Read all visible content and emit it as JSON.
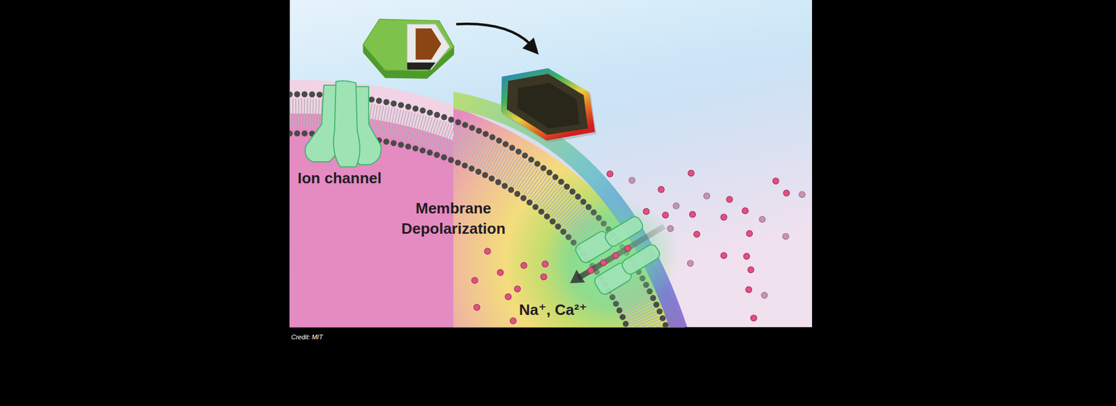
{
  "diagram": {
    "caption": "Credit: MIT",
    "labels": [
      "Ion channel",
      "Membrane Depolarization",
      "Na⁺, Ca²⁺"
    ]
  }
}
